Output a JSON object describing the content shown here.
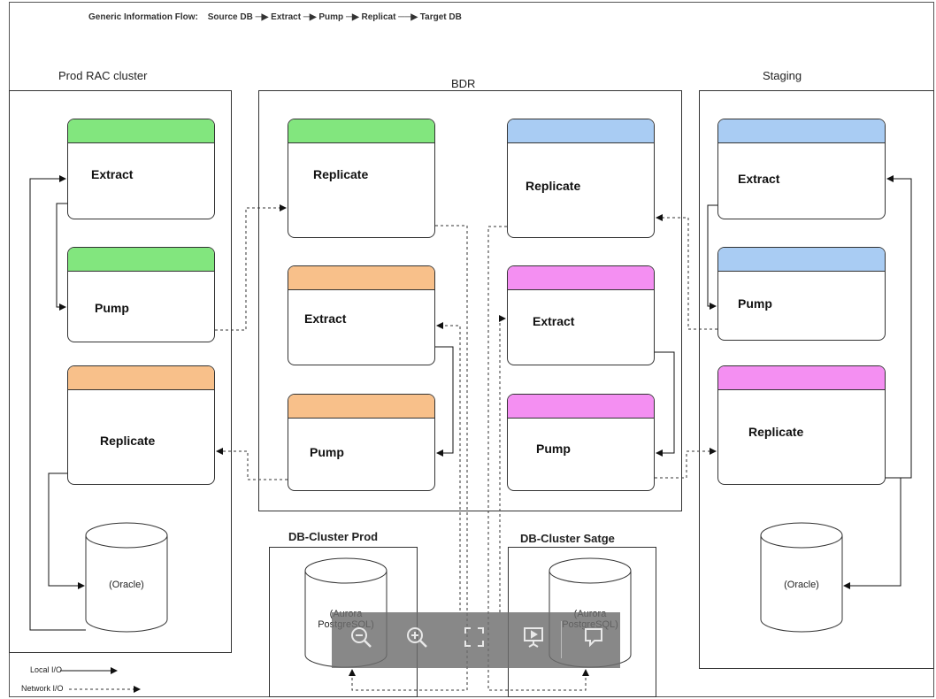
{
  "header": {
    "flow_title": "Generic Information Flow:",
    "flow_steps": "Source DB  ─▶ Extract ─▶ Pump  ─▶ Replicat  ──▶ Target DB"
  },
  "sections": {
    "prod": "Prod RAC cluster",
    "bdr": "BDR",
    "staging": "Staging",
    "db_prod": "DB-Cluster Prod",
    "db_stage": "DB-Cluster Satge"
  },
  "nodes": {
    "prod_extract": "Extract",
    "prod_pump": "Pump",
    "prod_replicate": "Replicate",
    "bdr_l_replicate": "Replicate",
    "bdr_l_extract": "Extract",
    "bdr_l_pump": "Pump",
    "bdr_r_replicate": "Replicate",
    "bdr_r_extract": "Extract",
    "bdr_r_pump": "Pump",
    "stg_extract": "Extract",
    "stg_pump": "Pump",
    "stg_replicate": "Replicate"
  },
  "databases": {
    "prod_db": "(Oracle)",
    "staging_db": "(Oracle)",
    "aurora_line1": "(Aurora",
    "aurora_line2": "PostgreSQL)"
  },
  "legend": {
    "local": "Local I/O",
    "network": "Network I/O"
  },
  "colors": {
    "green": "#82e67e",
    "orange": "#f8c08a",
    "blue": "#a9ccf3",
    "pink": "#f48ff2",
    "toolbar": "#6e6e6e"
  },
  "toolbar": {
    "icons": [
      "zoom-out-icon",
      "zoom-in-icon",
      "fullscreen-icon",
      "presentation-icon",
      "comment-icon"
    ]
  }
}
